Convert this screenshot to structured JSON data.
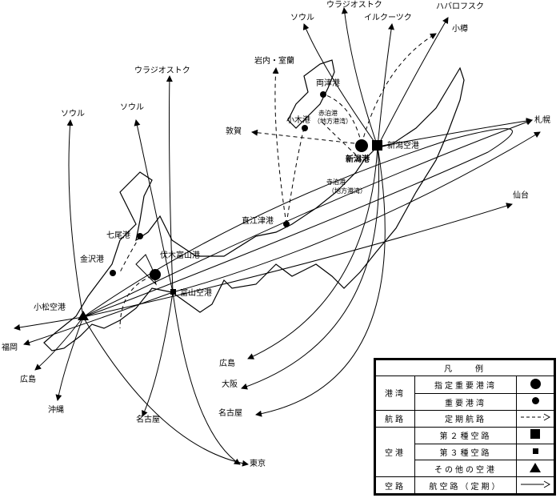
{
  "labels": {
    "vladivostok_ne": "ウラジオストク",
    "irkutsk": "イルクーツク",
    "khabarovsk": "ハバロフスク",
    "seoul_ne": "ソウル",
    "otaru": "小樽",
    "iwanai_muroran": "岩内・室蘭",
    "ryotsu": "両津港",
    "akadomari": "赤泊港",
    "akadomari_sub": "（地方港湾）",
    "ogi": "小木港",
    "tsuruga": "敦賀",
    "niigata_port": "新潟港",
    "niigata_airport": "新潟空港",
    "sapporo": "札幌",
    "teradomari": "寺泊港",
    "teradomari_sub": "（地方港湾）",
    "sendai": "仙台",
    "naoetsu": "直江津港",
    "vladivostok_mid": "ウラジオストク",
    "seoul_mid": "ソウル",
    "seoul_w": "ソウル",
    "nanao": "七尾港",
    "kanazawa": "金沢港",
    "fushiki_toyama": "伏木富山港",
    "toyama_airport": "富山空港",
    "komatsu_airport": "小松空港",
    "fukuoka": "福岡",
    "hiroshima_w": "広島",
    "okinawa": "沖縄",
    "nagoya_w": "名古屋",
    "tokyo": "東京",
    "hiroshima_e": "広島",
    "osaka": "大阪",
    "nagoya_e": "名古屋"
  },
  "legend": {
    "title": "凡　　例",
    "ports_cat": "港湾",
    "port_designated": "指定重要港湾",
    "port_important": "重要港湾",
    "route_cat": "航路",
    "route_regular": "定期航路",
    "airport_cat": "空港",
    "airport_2": "第２種空路",
    "airport_3": "第３種空路",
    "airport_other": "その他の空港",
    "airway_cat": "空路",
    "airway_regular": "航空路（定期）"
  }
}
